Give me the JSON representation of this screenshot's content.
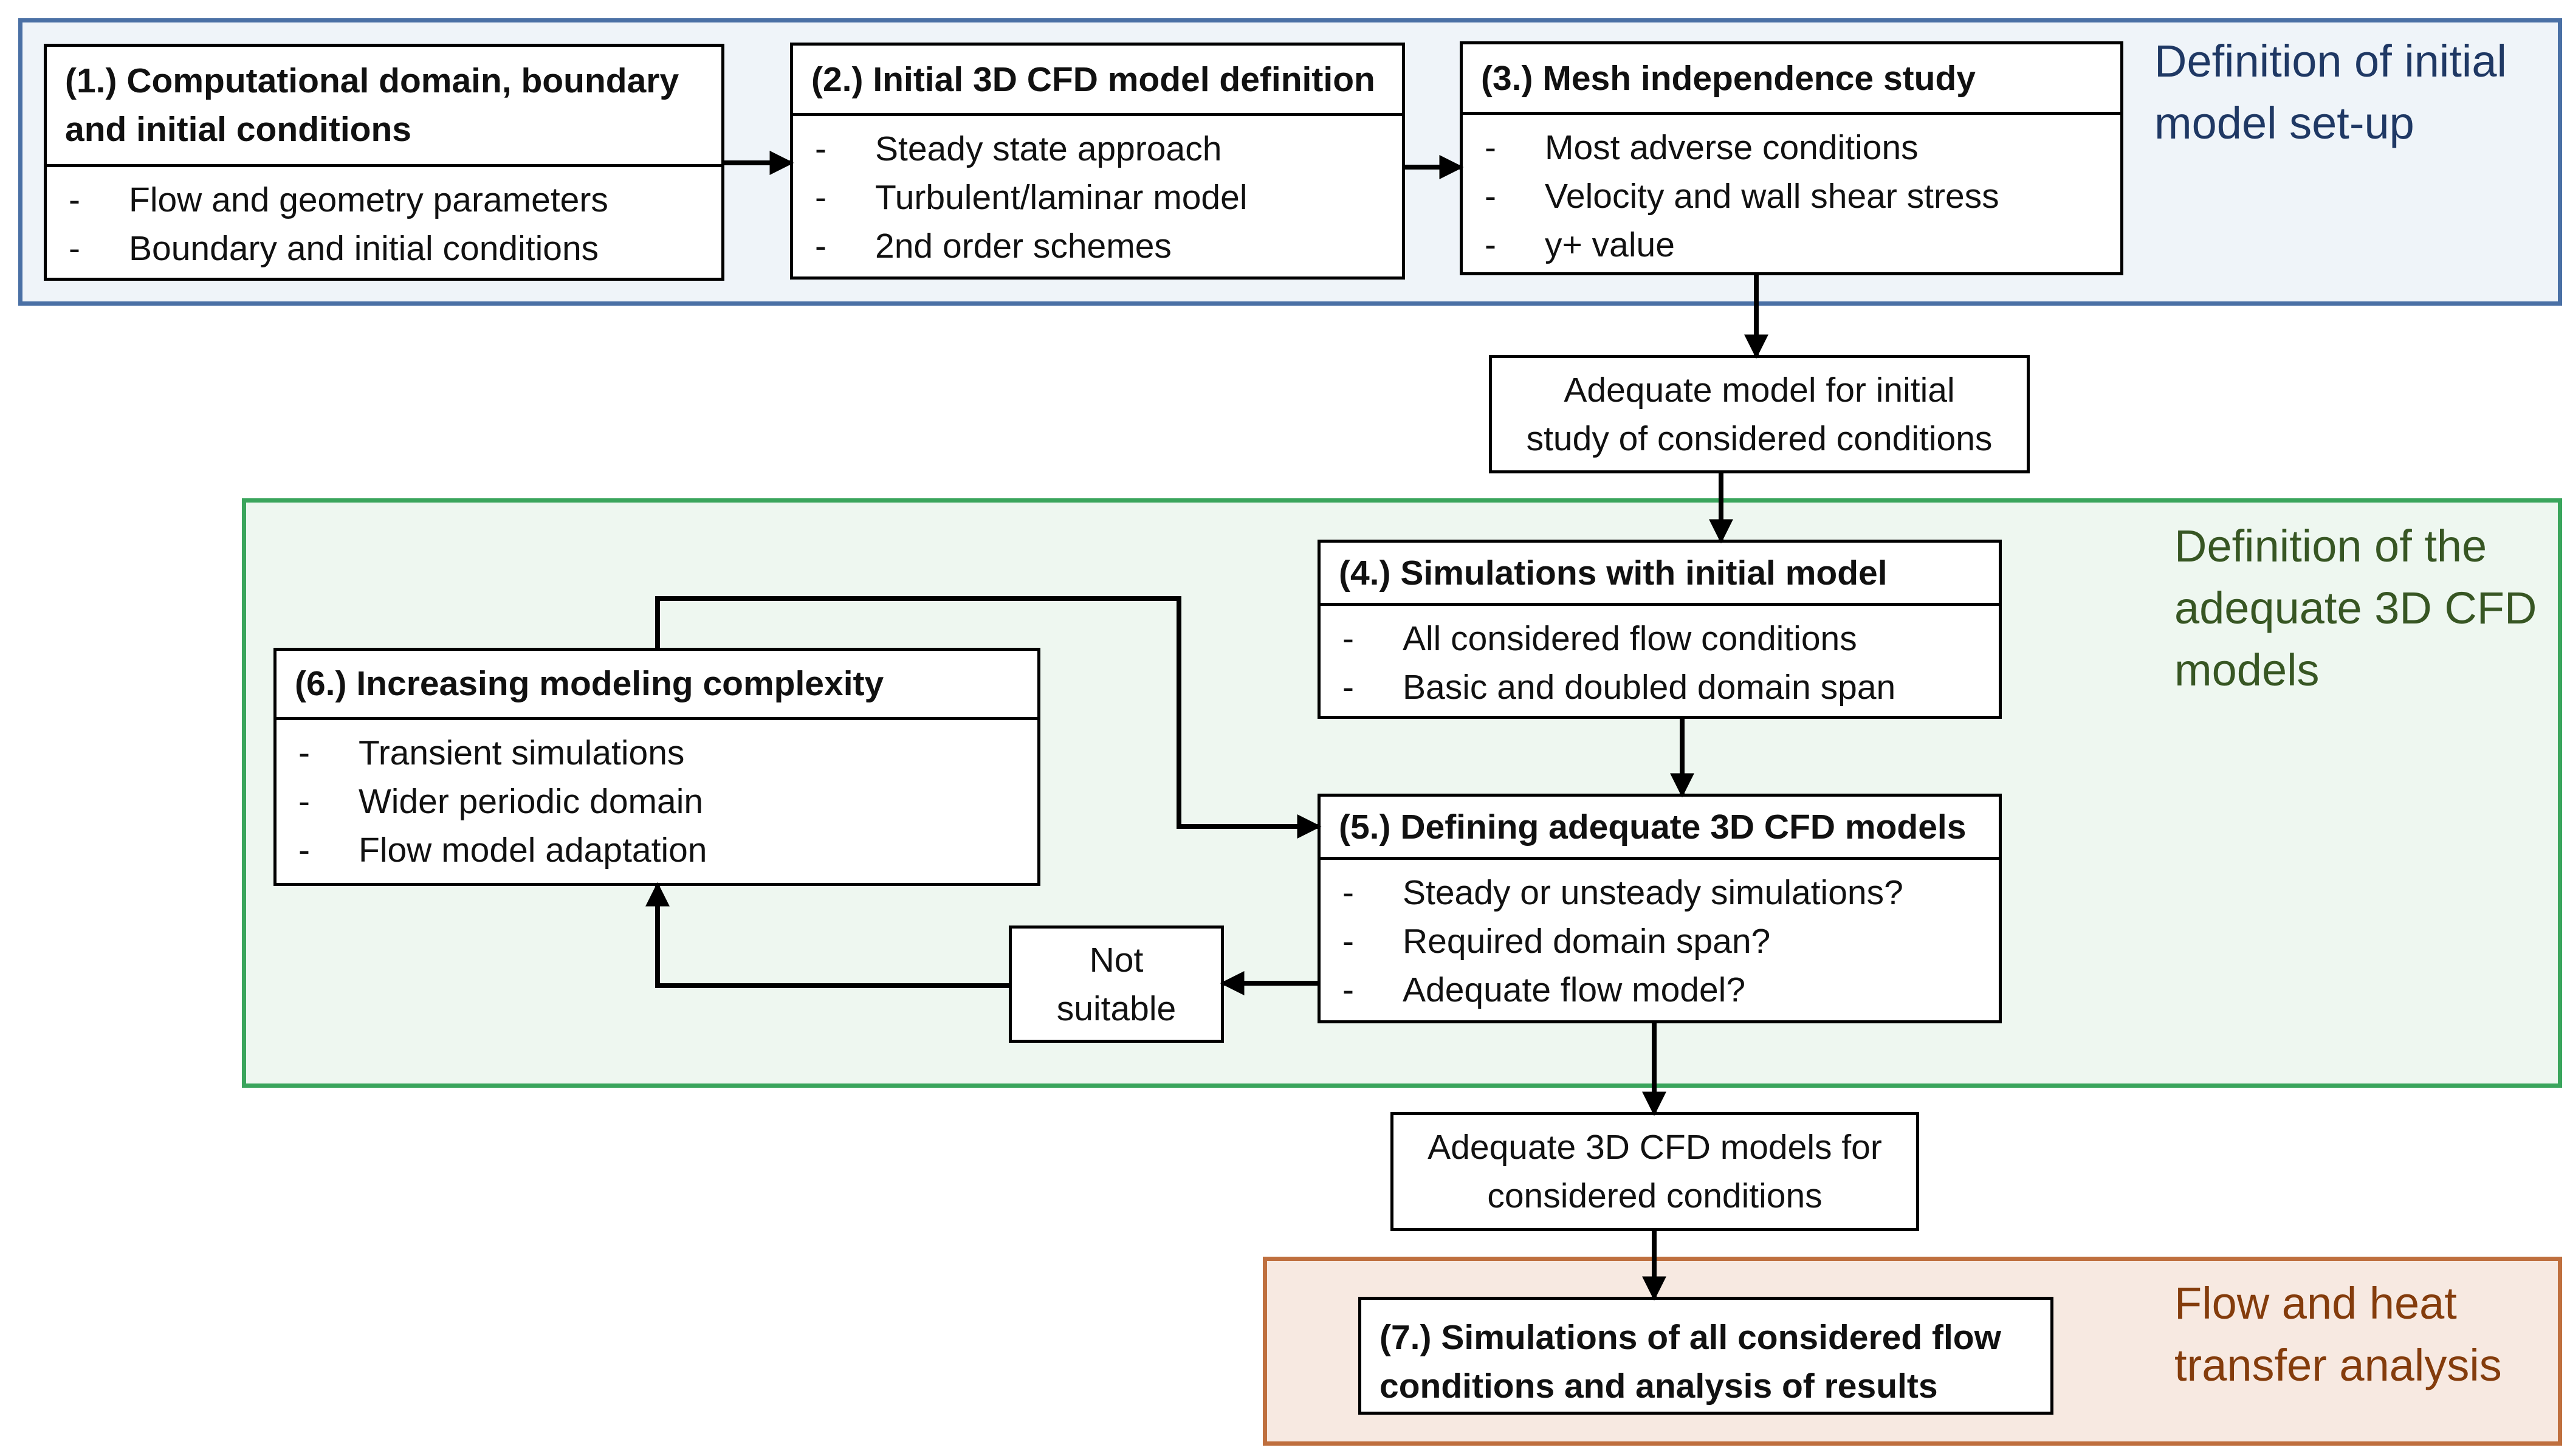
{
  "regions": {
    "initial_setup": "Definition of initial\nmodel set-up",
    "adequate_models": "Definition of the\nadequate 3D CFD\nmodels",
    "analysis": "Flow and heat\ntransfer analysis"
  },
  "boxes": {
    "b1": {
      "title": "(1.) Computational domain, boundary\nand initial conditions",
      "items": [
        "Flow and geometry parameters",
        "Boundary and initial conditions"
      ]
    },
    "b2": {
      "title": "(2.) Initial 3D CFD model definition",
      "items": [
        "Steady state approach",
        "Turbulent/laminar model",
        "2nd order schemes"
      ]
    },
    "b3": {
      "title": "(3.) Mesh independence study",
      "items": [
        "Most adverse conditions",
        "Velocity and wall shear stress",
        "y+ value"
      ]
    },
    "b4": {
      "title": "(4.) Simulations with initial model",
      "items": [
        "All considered flow conditions",
        "Basic and doubled domain span"
      ]
    },
    "b5": {
      "title": "(5.) Defining adequate 3D CFD models",
      "items": [
        "Steady or unsteady simulations?",
        "Required domain span?",
        "Adequate flow model?"
      ]
    },
    "b6": {
      "title": "(6.) Increasing modeling complexity",
      "items": [
        "Transient simulations",
        "Wider periodic domain",
        "Flow model adaptation"
      ]
    },
    "b7": {
      "title": "(7.) Simulations of all considered flow\nconditions and analysis of results"
    }
  },
  "notes": {
    "adequate_initial": "Adequate model for initial\nstudy of considered conditions",
    "not_suitable": "Not\nsuitable",
    "adequate_final": "Adequate 3D CFD models for\nconsidered conditions"
  },
  "colors": {
    "blue_border": "#4a70a5",
    "blue_fill": "#eff4f9",
    "blue_text": "#1f3864",
    "green_border": "#3aa55c",
    "green_fill": "#eef7f0",
    "green_text": "#375623",
    "orange_border": "#bf6f3e",
    "orange_fill": "#f7e9e1",
    "orange_text": "#843c0c"
  }
}
